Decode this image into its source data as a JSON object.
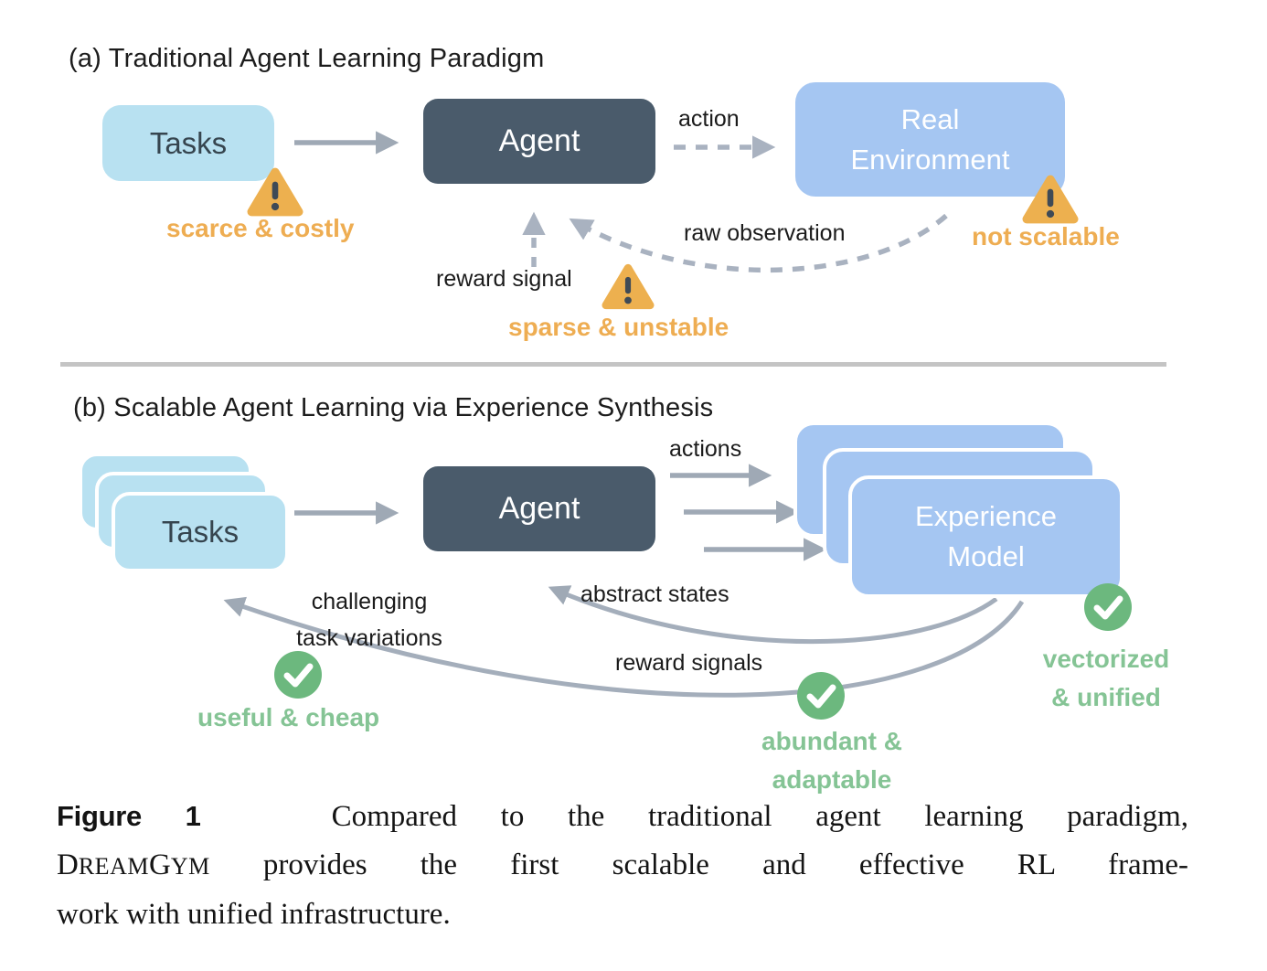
{
  "panel_a": {
    "title": "(a) Traditional Agent Learning Paradigm",
    "tasks_box": "Tasks",
    "agent_box": "Agent",
    "env_line1": "Real",
    "env_line2": "Environment",
    "labels": {
      "action": "action",
      "raw_observation": "raw observation",
      "reward_signal": "reward signal"
    },
    "warnings": {
      "tasks": "scarce & costly",
      "env": "not scalable",
      "reward": "sparse & unstable"
    }
  },
  "panel_b": {
    "title": "(b) Scalable Agent Learning via Experience Synthesis",
    "tasks_box": "Tasks",
    "agent_box": "Agent",
    "model_line1": "Experience",
    "model_line2": "Model",
    "labels": {
      "actions": "actions",
      "abstract_states": "abstract states",
      "reward_signals": "reward signals",
      "variations_line1": "challenging",
      "variations_line2": "task variations"
    },
    "positives": {
      "tasks": "useful & cheap",
      "reward_line1": "abundant &",
      "reward_line2": "adaptable",
      "model_line1": "vectorized",
      "model_line2": "& unified"
    }
  },
  "caption": {
    "figure_label": "Figure 1",
    "line1": "Compared to the traditional agent learning paradigm,",
    "brand_d": "D",
    "brand_ream": "REAM",
    "brand_g": "G",
    "brand_ym": "YM",
    "line2_rest": "provides the first scalable and effective RL frame-",
    "line3": "work with unified infrastructure."
  },
  "colors": {
    "tasks_light_blue": "#b8e1f1",
    "agent_dark_slate": "#4a5b6b",
    "environment_blue": "#a5c6f2",
    "arrow_gray": "#9fa9b5",
    "dashed_gray": "#a9b2c0",
    "warning_amber": "#edb04f",
    "warning_text": "#eead52",
    "check_green": "#6cb87e",
    "good_text_green": "#85c495",
    "divider_gray": "#c4c4c4"
  }
}
